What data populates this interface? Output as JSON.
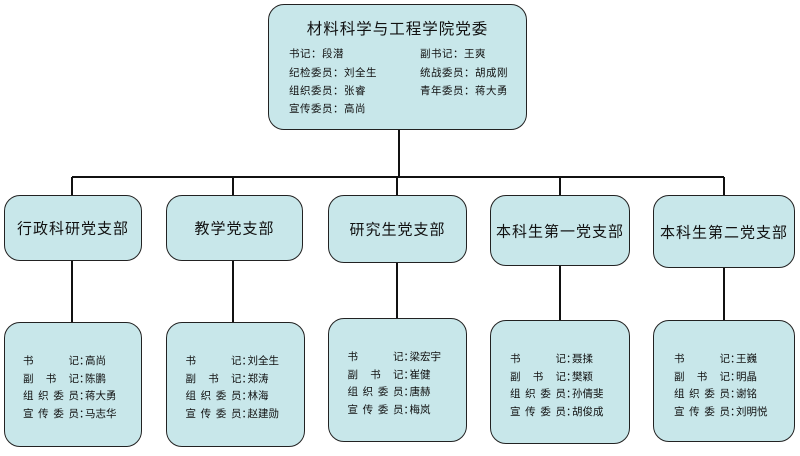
{
  "root": {
    "title": "材料科学与工程学院党委",
    "lines": [
      "书记：段潜",
      "副书记：王爽",
      "纪检委员：刘全生",
      "统战委员：胡成刚",
      "组织委员：张睿",
      "青年委员：蒋大勇",
      "宣传委员：高尚"
    ]
  },
  "branches": [
    {
      "title": "行政科研党支部",
      "members": [
        {
          "role": "书记",
          "name": "高尚"
        },
        {
          "role": "副书记",
          "name": "陈鹏"
        },
        {
          "role": "组织委员",
          "name": "蒋大勇"
        },
        {
          "role": "宣传委员",
          "name": "马志华"
        }
      ]
    },
    {
      "title": "教学党支部",
      "members": [
        {
          "role": "书记",
          "name": "刘全生"
        },
        {
          "role": "副书记",
          "name": "郑涛"
        },
        {
          "role": "组织委员",
          "name": "林海"
        },
        {
          "role": "宣传委员",
          "name": "赵建勋"
        }
      ]
    },
    {
      "title": "研究生党支部",
      "members": [
        {
          "role": "书记",
          "name": "梁宏宇"
        },
        {
          "role": "副书记",
          "name": "崔健"
        },
        {
          "role": "组织委员",
          "name": "唐赫"
        },
        {
          "role": "宣传委员",
          "name": "梅岚"
        }
      ]
    },
    {
      "title": "本科生第一党支部",
      "members": [
        {
          "role": "书记",
          "name": "聂揉"
        },
        {
          "role": "副书记",
          "name": "樊颖"
        },
        {
          "role": "组织委员",
          "name": "孙倩斐"
        },
        {
          "role": "宣传委员",
          "name": "胡俊成"
        }
      ]
    },
    {
      "title": "本科生第二党支部",
      "members": [
        {
          "role": "书记",
          "name": "王巍"
        },
        {
          "role": "副书记",
          "name": "明晶"
        },
        {
          "role": "组织委员",
          "name": "谢铭"
        },
        {
          "role": "宣传委员",
          "name": "刘明悦"
        }
      ]
    }
  ]
}
